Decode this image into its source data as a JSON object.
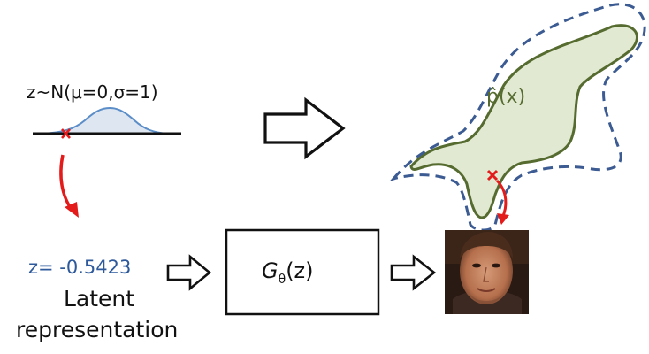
{
  "distribution_label": "z~N(μ=0,σ=1)",
  "latent_value": "z= -0.5423",
  "latent_caption_line1": "Latent",
  "latent_caption_line2": "representation",
  "generator_label": "G",
  "generator_subscript": "θ",
  "generator_arg": "(z)",
  "density_label": "p̂(x)",
  "colors": {
    "curve": "#5b8dc8",
    "curve_fill": "#dde6f1",
    "sample_marker": "#e31b1b",
    "arrow_red": "#e31b1b",
    "density_fill": "#e2e9d2",
    "density_stroke": "#556b2f",
    "dashed_outline": "#3b5b92",
    "latent_text": "#2e5a9c",
    "density_text": "#556b2f"
  },
  "icons": [
    "sample-x-icon",
    "red-arrow-icon",
    "hollow-arrow-icon",
    "face-photo"
  ]
}
